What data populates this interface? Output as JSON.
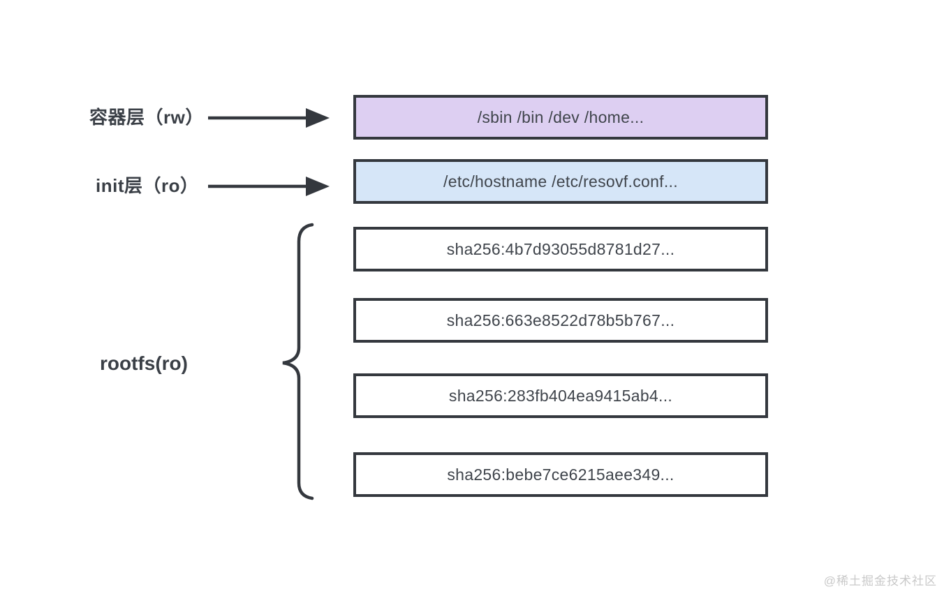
{
  "labels": {
    "container_layer": "容器层（rw）",
    "init_layer": "init层（ro）",
    "rootfs": "rootfs(ro)"
  },
  "boxes": {
    "container": {
      "text": "/sbin /bin /dev /home...",
      "fill": "#ddcff2"
    },
    "init": {
      "text": "/etc/hostname /etc/resovf.conf...",
      "fill": "#d6e6f8"
    },
    "rootfs_layers": [
      "sha256:4b7d93055d8781d27...",
      "sha256:663e8522d78b5b767...",
      "sha256:283fb404ea9415ab4...",
      "sha256:bebe7ce6215aee349..."
    ]
  },
  "watermark": "@稀土掘金技术社区",
  "colors": {
    "container_fill": "#ddcff2",
    "init_fill": "#d6e6f8",
    "rootfs_fill": "#ffffff",
    "stroke": "#34383e",
    "text": "#3f444b",
    "watermark": "#c9c9c9",
    "background": "#ffffff"
  }
}
